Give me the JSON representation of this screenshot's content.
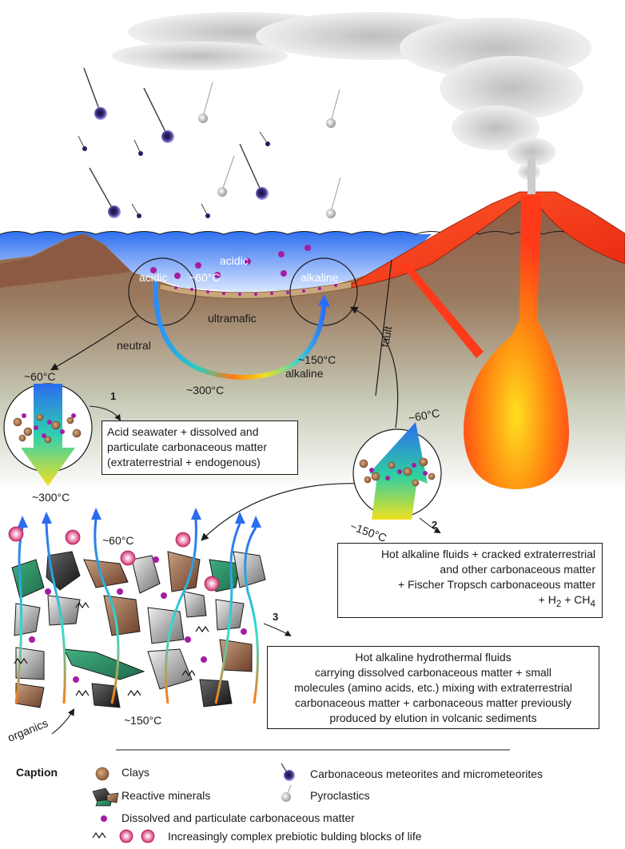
{
  "labels": {
    "acidic_top": "acidic",
    "acidic_left": "acidic",
    "temp_60_center": "~60°C",
    "alkaline_right": "alkaline",
    "ultramafic": "ultramafic",
    "neutral": "neutral",
    "temp_150_mid": "~150°C",
    "alkaline_mid": "alkaline",
    "temp_300_mid": "~300°C",
    "fault": "fault",
    "temp_60_left": "~60°C",
    "temp_300_left": "~300°C",
    "temp_60_right": "~60°C",
    "temp_150_right": "~150°C",
    "temp_60_bottom": "~60°C",
    "temp_150_bottom": "~150°C",
    "organics": "organics",
    "num1": "1",
    "num2": "2",
    "num3": "3"
  },
  "boxes": {
    "box1": [
      "Acid seawater + dissolved and",
      "particulate carbonaceous matter",
      "(extraterrestrial + endogenous)"
    ],
    "box2": [
      "Hot alkaline fluids + cracked extraterrestrial",
      "and other carbonaceous matter",
      "+ Fischer Tropsch carbonaceous matter",
      "+ H",
      "2",
      " + CH",
      "4"
    ],
    "box3": [
      "Hot alkaline hydrothermal fluids",
      "carrying dissolved carbonaceous matter + small",
      "molecules (amino acids, etc.) mixing with extraterrestrial",
      "carbonaceous matter + carbonaceous matter previously",
      "produced by elution in volcanic sediments"
    ]
  },
  "caption": {
    "title": "Caption",
    "clays": "Clays",
    "reactive_minerals": "Reactive minerals",
    "dissolved": "Dissolved and particulate carbonaceous matter",
    "prebiotic": "Increasingly complex prebiotic bulding blocks of life",
    "meteorites": "Carbonaceous meteorites and micrometeorites",
    "pyroclastics": "Pyroclastics"
  },
  "colors": {
    "sea_top": "#2f6ff0",
    "sediment": "#c9a57a",
    "earth": "#8a5a43",
    "lava": "#ff3a1a",
    "magma_core": "#ffe020",
    "particle": "#a31da3",
    "clay": "#b8845a",
    "mineral_green": "#2e9a6e"
  }
}
